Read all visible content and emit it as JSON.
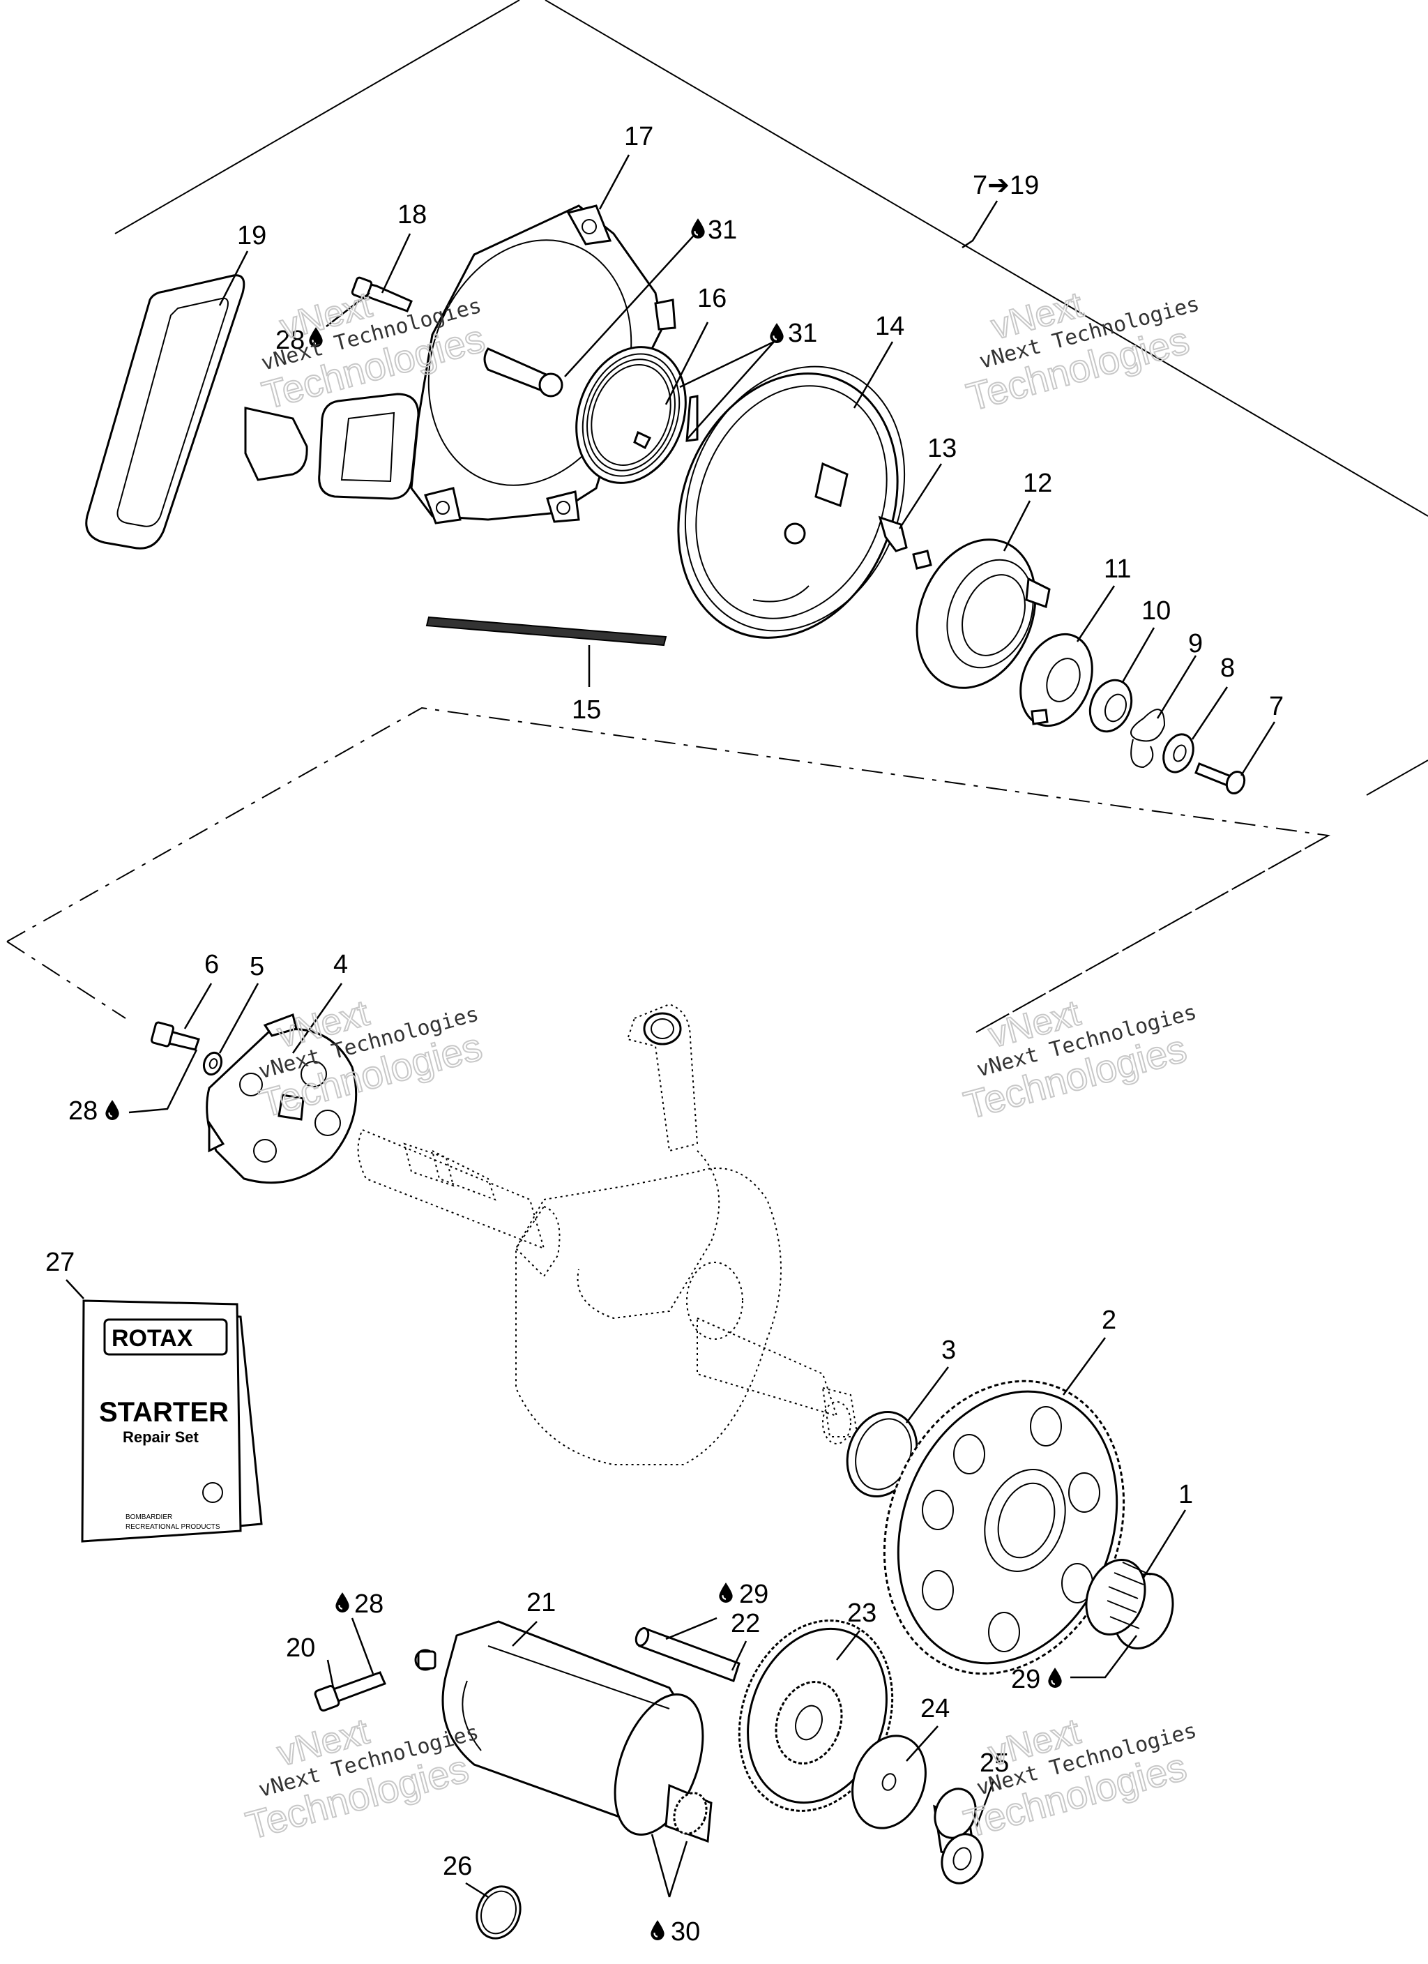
{
  "callouts": [
    {
      "label": "17"
    },
    {
      "label": "7➔19"
    },
    {
      "label": "19"
    },
    {
      "label": "18"
    },
    {
      "label": "31"
    },
    {
      "label": "16"
    },
    {
      "label": "31"
    },
    {
      "label": "14"
    },
    {
      "label": "28"
    },
    {
      "label": "13"
    },
    {
      "label": "12"
    },
    {
      "label": "11"
    },
    {
      "label": "10"
    },
    {
      "label": "9"
    },
    {
      "label": "8"
    },
    {
      "label": "7"
    },
    {
      "label": "15"
    },
    {
      "label": "6"
    },
    {
      "label": "5"
    },
    {
      "label": "4"
    },
    {
      "label": "28"
    },
    {
      "label": "27"
    },
    {
      "label": "3"
    },
    {
      "label": "2"
    },
    {
      "label": "1"
    },
    {
      "label": "29"
    },
    {
      "label": "28"
    },
    {
      "label": "21"
    },
    {
      "label": "29"
    },
    {
      "label": "22"
    },
    {
      "label": "23"
    },
    {
      "label": "20"
    },
    {
      "label": "24"
    },
    {
      "label": "25"
    },
    {
      "label": "26"
    },
    {
      "label": "30"
    }
  ],
  "watermark": {
    "line1": "vNext",
    "line2": "vNext Technologies",
    "line3": "Technologies"
  },
  "manual": {
    "brand": "ROTAX",
    "title": "STARTER",
    "subtitle": "Repair Set",
    "maker": "BOMBARDIER",
    "maker_sub": "RECREATIONAL PRODUCTS"
  },
  "icons": {
    "drop": "lubricant-drop-icon",
    "arrow": "arrow-right-icon"
  }
}
